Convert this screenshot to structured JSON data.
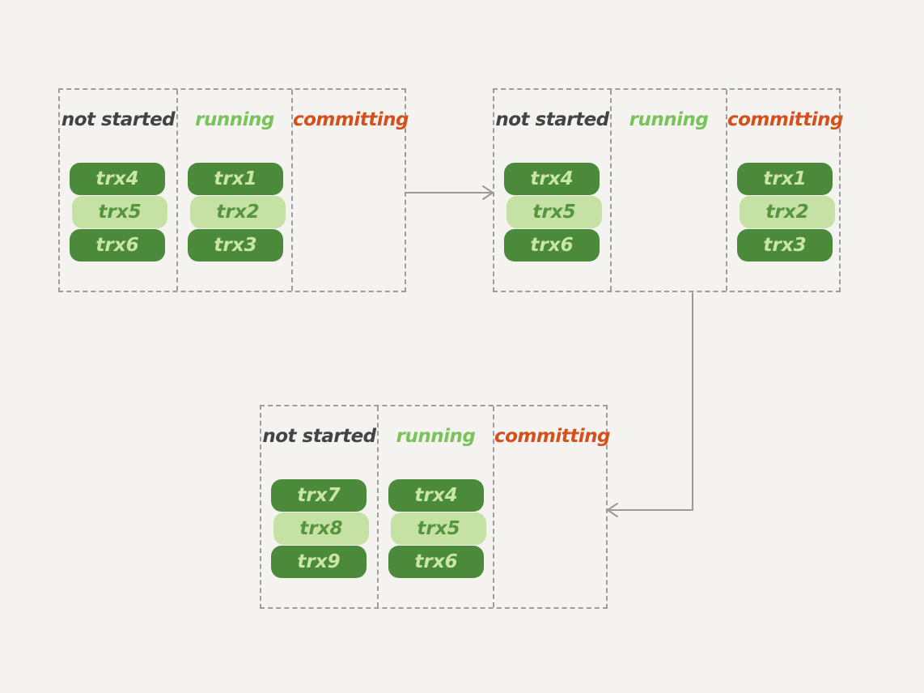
{
  "stages": [
    {
      "columns": [
        {
          "title": "not started",
          "items": [
            "trx4",
            "trx5",
            "trx6"
          ]
        },
        {
          "title": "running",
          "items": [
            "trx1",
            "trx2",
            "trx3"
          ]
        },
        {
          "title": "committing",
          "items": []
        }
      ]
    },
    {
      "columns": [
        {
          "title": "not started",
          "items": [
            "trx4",
            "trx5",
            "trx6"
          ]
        },
        {
          "title": "running",
          "items": []
        },
        {
          "title": "committing",
          "items": [
            "trx1",
            "trx2",
            "trx3"
          ]
        }
      ]
    },
    {
      "columns": [
        {
          "title": "not started",
          "items": [
            "trx7",
            "trx8",
            "trx9"
          ]
        },
        {
          "title": "running",
          "items": [
            "trx4",
            "trx5",
            "trx6"
          ]
        },
        {
          "title": "committing",
          "items": []
        }
      ]
    }
  ],
  "colors": {
    "not_started": "#3f4446",
    "running": "#7ac35a",
    "committing": "#d4501d",
    "trx_dark": "#4b8a3b",
    "trx_light": "#c5e1a3",
    "arrow": "#9a9a9a"
  }
}
